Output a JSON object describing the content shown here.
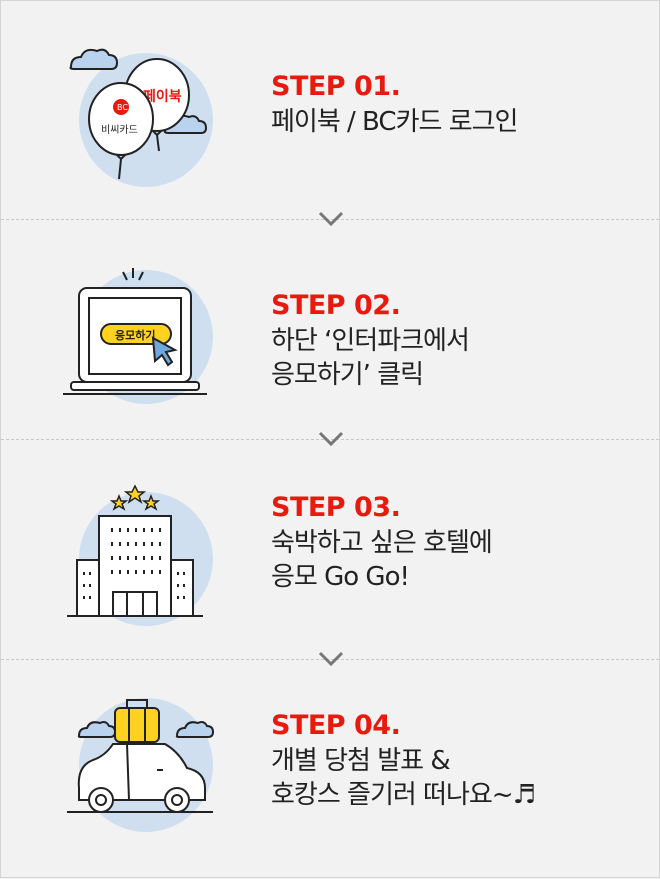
{
  "steps": [
    {
      "number": "STEP 01.",
      "lines": [
        "페이북 / BC카드 로그인"
      ],
      "illustration": "balloons-payboc-bccard",
      "balloon_labels": {
        "paybook": "페이북",
        "bccard": "비씨카드"
      }
    },
    {
      "number": "STEP 02.",
      "lines": [
        "하단 ‘인터파크에서",
        "응모하기’ 클릭"
      ],
      "illustration": "laptop-apply-button",
      "button_label": "응모하기"
    },
    {
      "number": "STEP 03.",
      "lines": [
        "숙박하고 싶은 호텔에",
        "응모 Go Go!"
      ],
      "illustration": "hotel-building-stars"
    },
    {
      "number": "STEP 04.",
      "lines": [
        "개별 당첨 발표 &",
        "호캉스 즐기러 떠나요~♬"
      ],
      "illustration": "car-with-luggage"
    }
  ],
  "colors": {
    "accent": "#e8190d",
    "circle": "#cfdff0",
    "text": "#222222",
    "background": "#f2f2f2",
    "yellow": "#ffd21f"
  },
  "icons": [
    "chevron-down-icon"
  ]
}
